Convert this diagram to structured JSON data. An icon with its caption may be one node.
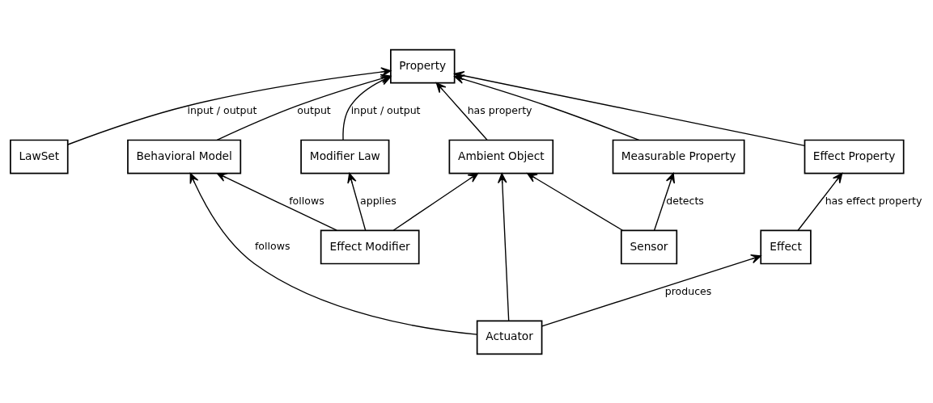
{
  "diagram": {
    "nodes": [
      {
        "text": [
          "Ambient Object"
        ]
      },
      {
        "text": [
          "Property"
        ]
      },
      {
        "text": [
          "LawSet"
        ]
      },
      {
        "text": [
          "Effect Modifier"
        ]
      },
      {
        "text": [
          "Actuator"
        ]
      },
      {
        "text": [
          "Sensor"
        ]
      },
      {
        "text": [
          "Measurable Property"
        ]
      },
      {
        "text": [
          "Effect Property"
        ]
      },
      {
        "text": [
          "Effect"
        ]
      },
      {
        "text": [
          "Modifier Law"
        ]
      },
      {
        "text": [
          "Behavioral Model"
        ]
      }
    ],
    "edges": [
      {
        "from": 0,
        "to": 1,
        "arrow": "to",
        "label": "has property"
      },
      {
        "from": 2,
        "to": 1,
        "arrow": "to",
        "label": "input / output"
      },
      {
        "from": 3,
        "to": 0,
        "arrow": "to"
      },
      {
        "from": 4,
        "to": 0,
        "arrow": "to"
      },
      {
        "from": 5,
        "to": 0,
        "arrow": "to"
      },
      {
        "from": 6,
        "to": 1,
        "arrow": "to"
      },
      {
        "from": 7,
        "to": 1,
        "arrow": "to"
      },
      {
        "from": 5,
        "to": 6,
        "arrow": "to",
        "label": "detects"
      },
      {
        "from": 8,
        "to": 7,
        "arrow": "to",
        "label": "has effect property"
      },
      {
        "from": 4,
        "to": 8,
        "arrow": "to",
        "label": "produces"
      },
      {
        "from": 4,
        "to": 10,
        "arrow": "to",
        "label": "follows"
      },
      {
        "from": 3,
        "to": 10,
        "arrow": "to",
        "label": "follows"
      },
      {
        "from": 3,
        "to": 9,
        "arrow": "to",
        "label": "applies"
      },
      {
        "from": 9,
        "to": 1,
        "arrow": "to",
        "label": "input / output"
      },
      {
        "from": 10,
        "to": 1,
        "arrow": "to",
        "label": "output"
      }
    ]
  }
}
